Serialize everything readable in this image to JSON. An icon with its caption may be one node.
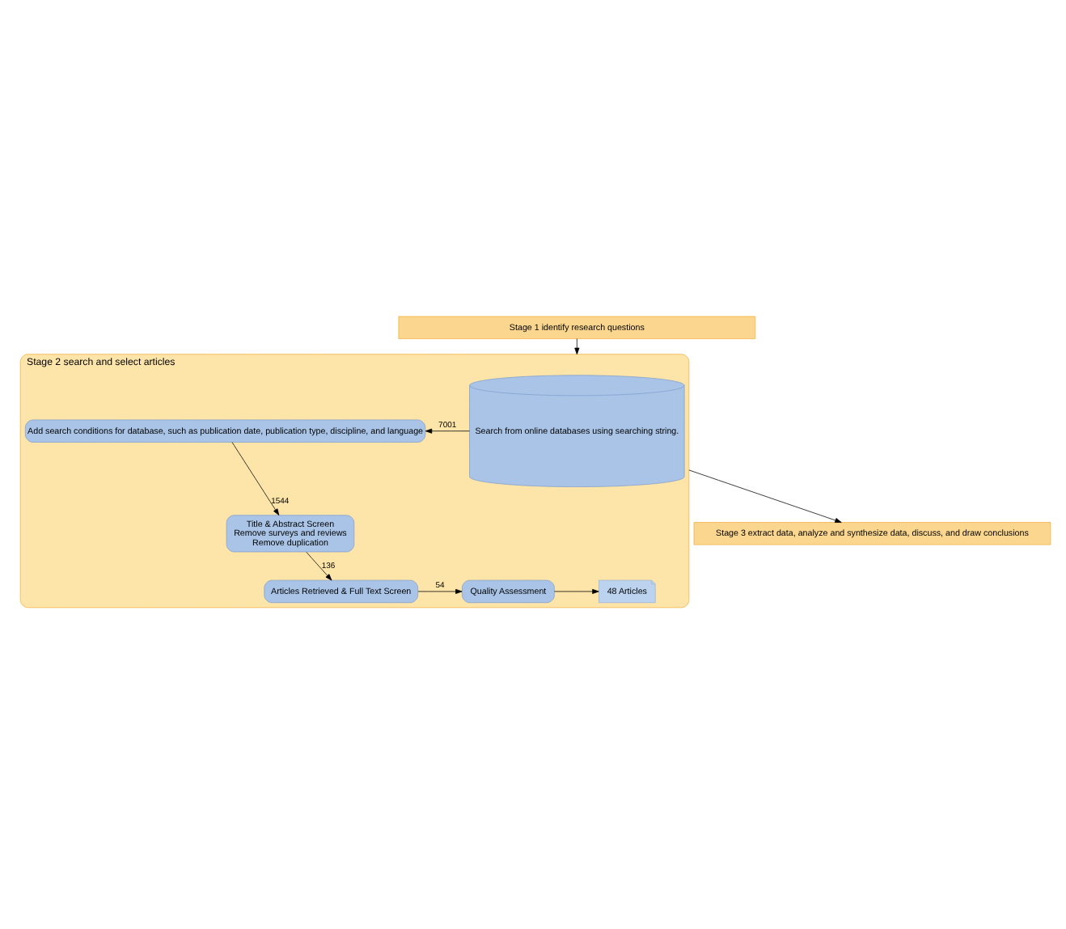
{
  "diagram": {
    "nodes": [
      {
        "text": [
          "Stage 1 identify research questions"
        ]
      },
      {
        "text": [
          "Stage 2 search and select articles"
        ]
      },
      {
        "text": [
          "Search from online databases using searching string."
        ],
        "in": 1
      },
      {
        "text": [
          "Add search conditions for database, such as publication date, publication type, discipline, and language"
        ],
        "in": 1
      },
      {
        "text": [
          "Title & Abstract Screen",
          "Remove surveys and reviews",
          "Remove duplication"
        ],
        "in": 1
      },
      {
        "text": [
          "Articles Retrieved & Full Text Screen"
        ],
        "in": 1
      },
      {
        "text": [
          "Quality Assessment"
        ],
        "in": 1
      },
      {
        "text": [
          "48 Articles"
        ],
        "in": 1
      },
      {
        "text": [
          "Stage 3 extract data, analyze and synthesize data, discuss, and draw conclusions"
        ]
      }
    ],
    "edges": [
      {
        "from": 0,
        "to": 1,
        "arrow": "to"
      },
      {
        "from": 2,
        "to": 3,
        "arrow": "to",
        "label": "7001"
      },
      {
        "from": 3,
        "to": 4,
        "arrow": "to",
        "label": "1544"
      },
      {
        "from": 4,
        "to": 5,
        "arrow": "to",
        "label": "136"
      },
      {
        "from": 5,
        "to": 6,
        "arrow": "to",
        "label": "54"
      },
      {
        "from": 6,
        "to": 7,
        "arrow": "to"
      },
      {
        "from": 1,
        "to": 8,
        "arrow": "to"
      }
    ]
  }
}
